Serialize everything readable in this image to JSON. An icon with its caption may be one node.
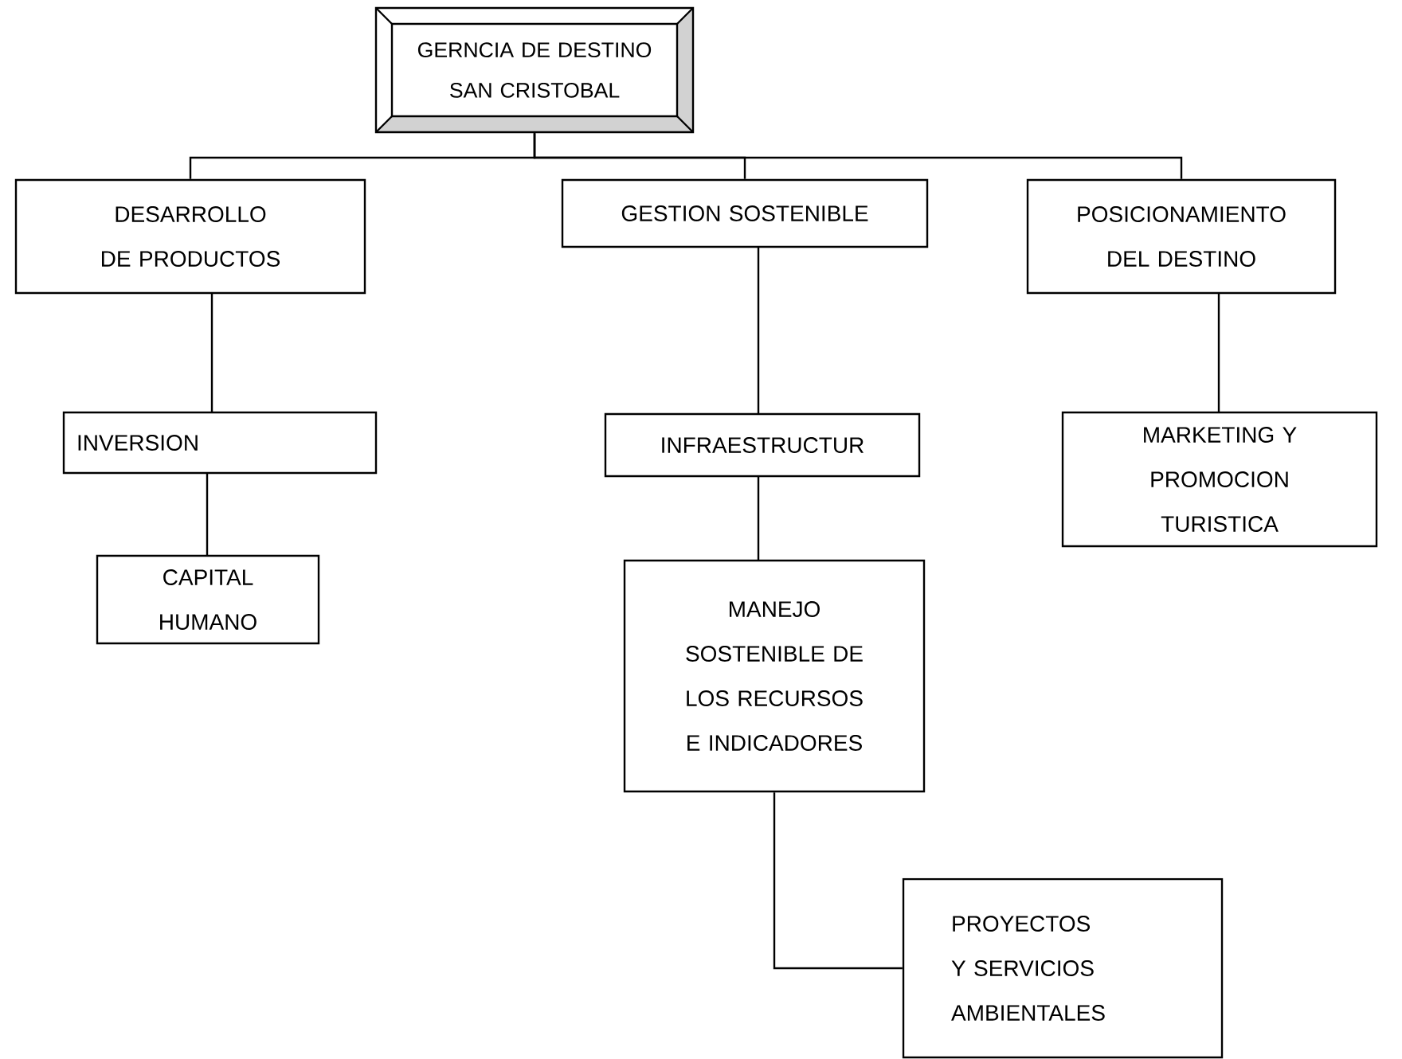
{
  "diagram": {
    "nodes": [
      {
        "text": [
          "GERNCIA DE DESTINO SAN CRISTOBAL"
        ]
      },
      {
        "text": [
          "DESARROLLO DE PRODUCTOS"
        ]
      },
      {
        "text": [
          "GESTION SOSTENIBLE"
        ]
      },
      {
        "text": [
          "POSICIONAMIENTO DEL DESTINO"
        ]
      },
      {
        "text": [
          "INVERSION"
        ]
      },
      {
        "text": [
          "INFRAESTRUCTUR"
        ]
      },
      {
        "text": [
          "MARKETING Y PROMOCION TURISTICA"
        ]
      },
      {
        "text": [
          "CAPITAL HUMANO"
        ]
      },
      {
        "text": [
          "MANEJO SOSTENIBLE DE LOS RECURSOS E INDICADORES"
        ]
      },
      {
        "text": [
          "PROYECTOS Y SERVICIOS AMBIENTALES"
        ]
      }
    ],
    "edges": [
      {
        "from": 0,
        "to": 1,
        "arrow": "none"
      },
      {
        "from": 0,
        "to": 2,
        "arrow": "none"
      },
      {
        "from": 0,
        "to": 3,
        "arrow": "none"
      },
      {
        "from": 1,
        "to": 4,
        "arrow": "none"
      },
      {
        "from": 4,
        "to": 7,
        "arrow": "none"
      },
      {
        "from": 2,
        "to": 5,
        "arrow": "none"
      },
      {
        "from": 5,
        "to": 8,
        "arrow": "none"
      },
      {
        "from": 3,
        "to": 6,
        "arrow": "none"
      },
      {
        "from": 8,
        "to": 9,
        "arrow": "none"
      }
    ]
  }
}
